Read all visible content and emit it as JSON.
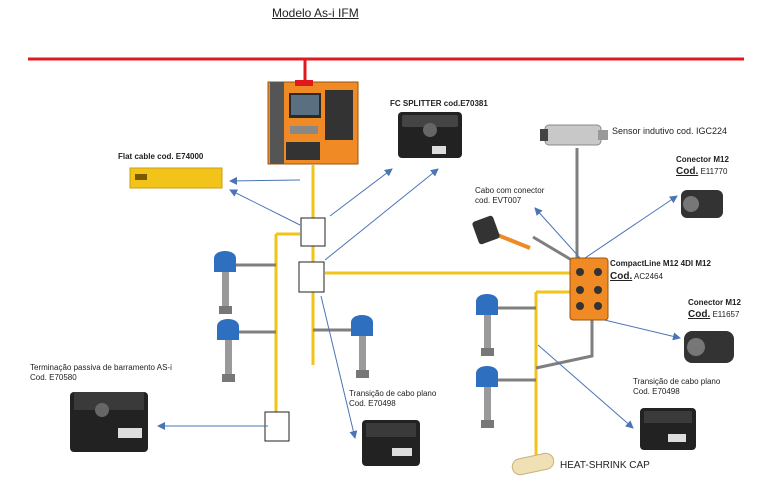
{
  "title": "Modelo As-i IFM",
  "components": {
    "flat_cable": "Flat cable cod. E74000",
    "fc_splitter": "FC SPLITTER cod.E70381",
    "sensor": "Sensor indutivo cod. IGC224",
    "cabo_conector_1": "Cabo com conector",
    "cabo_conector_2": "cod. EVT007",
    "conector_top_1": "Conector M12",
    "conector_top_cod": "Cod.",
    "conector_top_num": "E11770",
    "compactline_1": "CompactLine M12 4DI M12",
    "compactline_cod": "Cod.",
    "compactline_num": "AC2464",
    "conector_mid_1": "Conector M12",
    "conector_mid_cod": "Cod.",
    "conector_mid_num": "E11657",
    "terminacao_1": "Terminação passiva de barramento AS-i",
    "terminacao_2": "Cod. E70580",
    "transicao_a_1": "Transição de cabo plano",
    "transicao_a_2": "Cod. E70498",
    "transicao_b_1": "Transição de cabo plano",
    "transicao_b_2": "Cod. E70498",
    "heat_shrink": "HEAT-SHRINK CAP"
  },
  "colors": {
    "bus": "#e0191f",
    "flat_cable": "#f2c319",
    "grey_cable": "#7f7f7f",
    "arrow": "#4a74b5",
    "device_orange": "#f08a24",
    "valve_blue": "#2f6fbf"
  }
}
